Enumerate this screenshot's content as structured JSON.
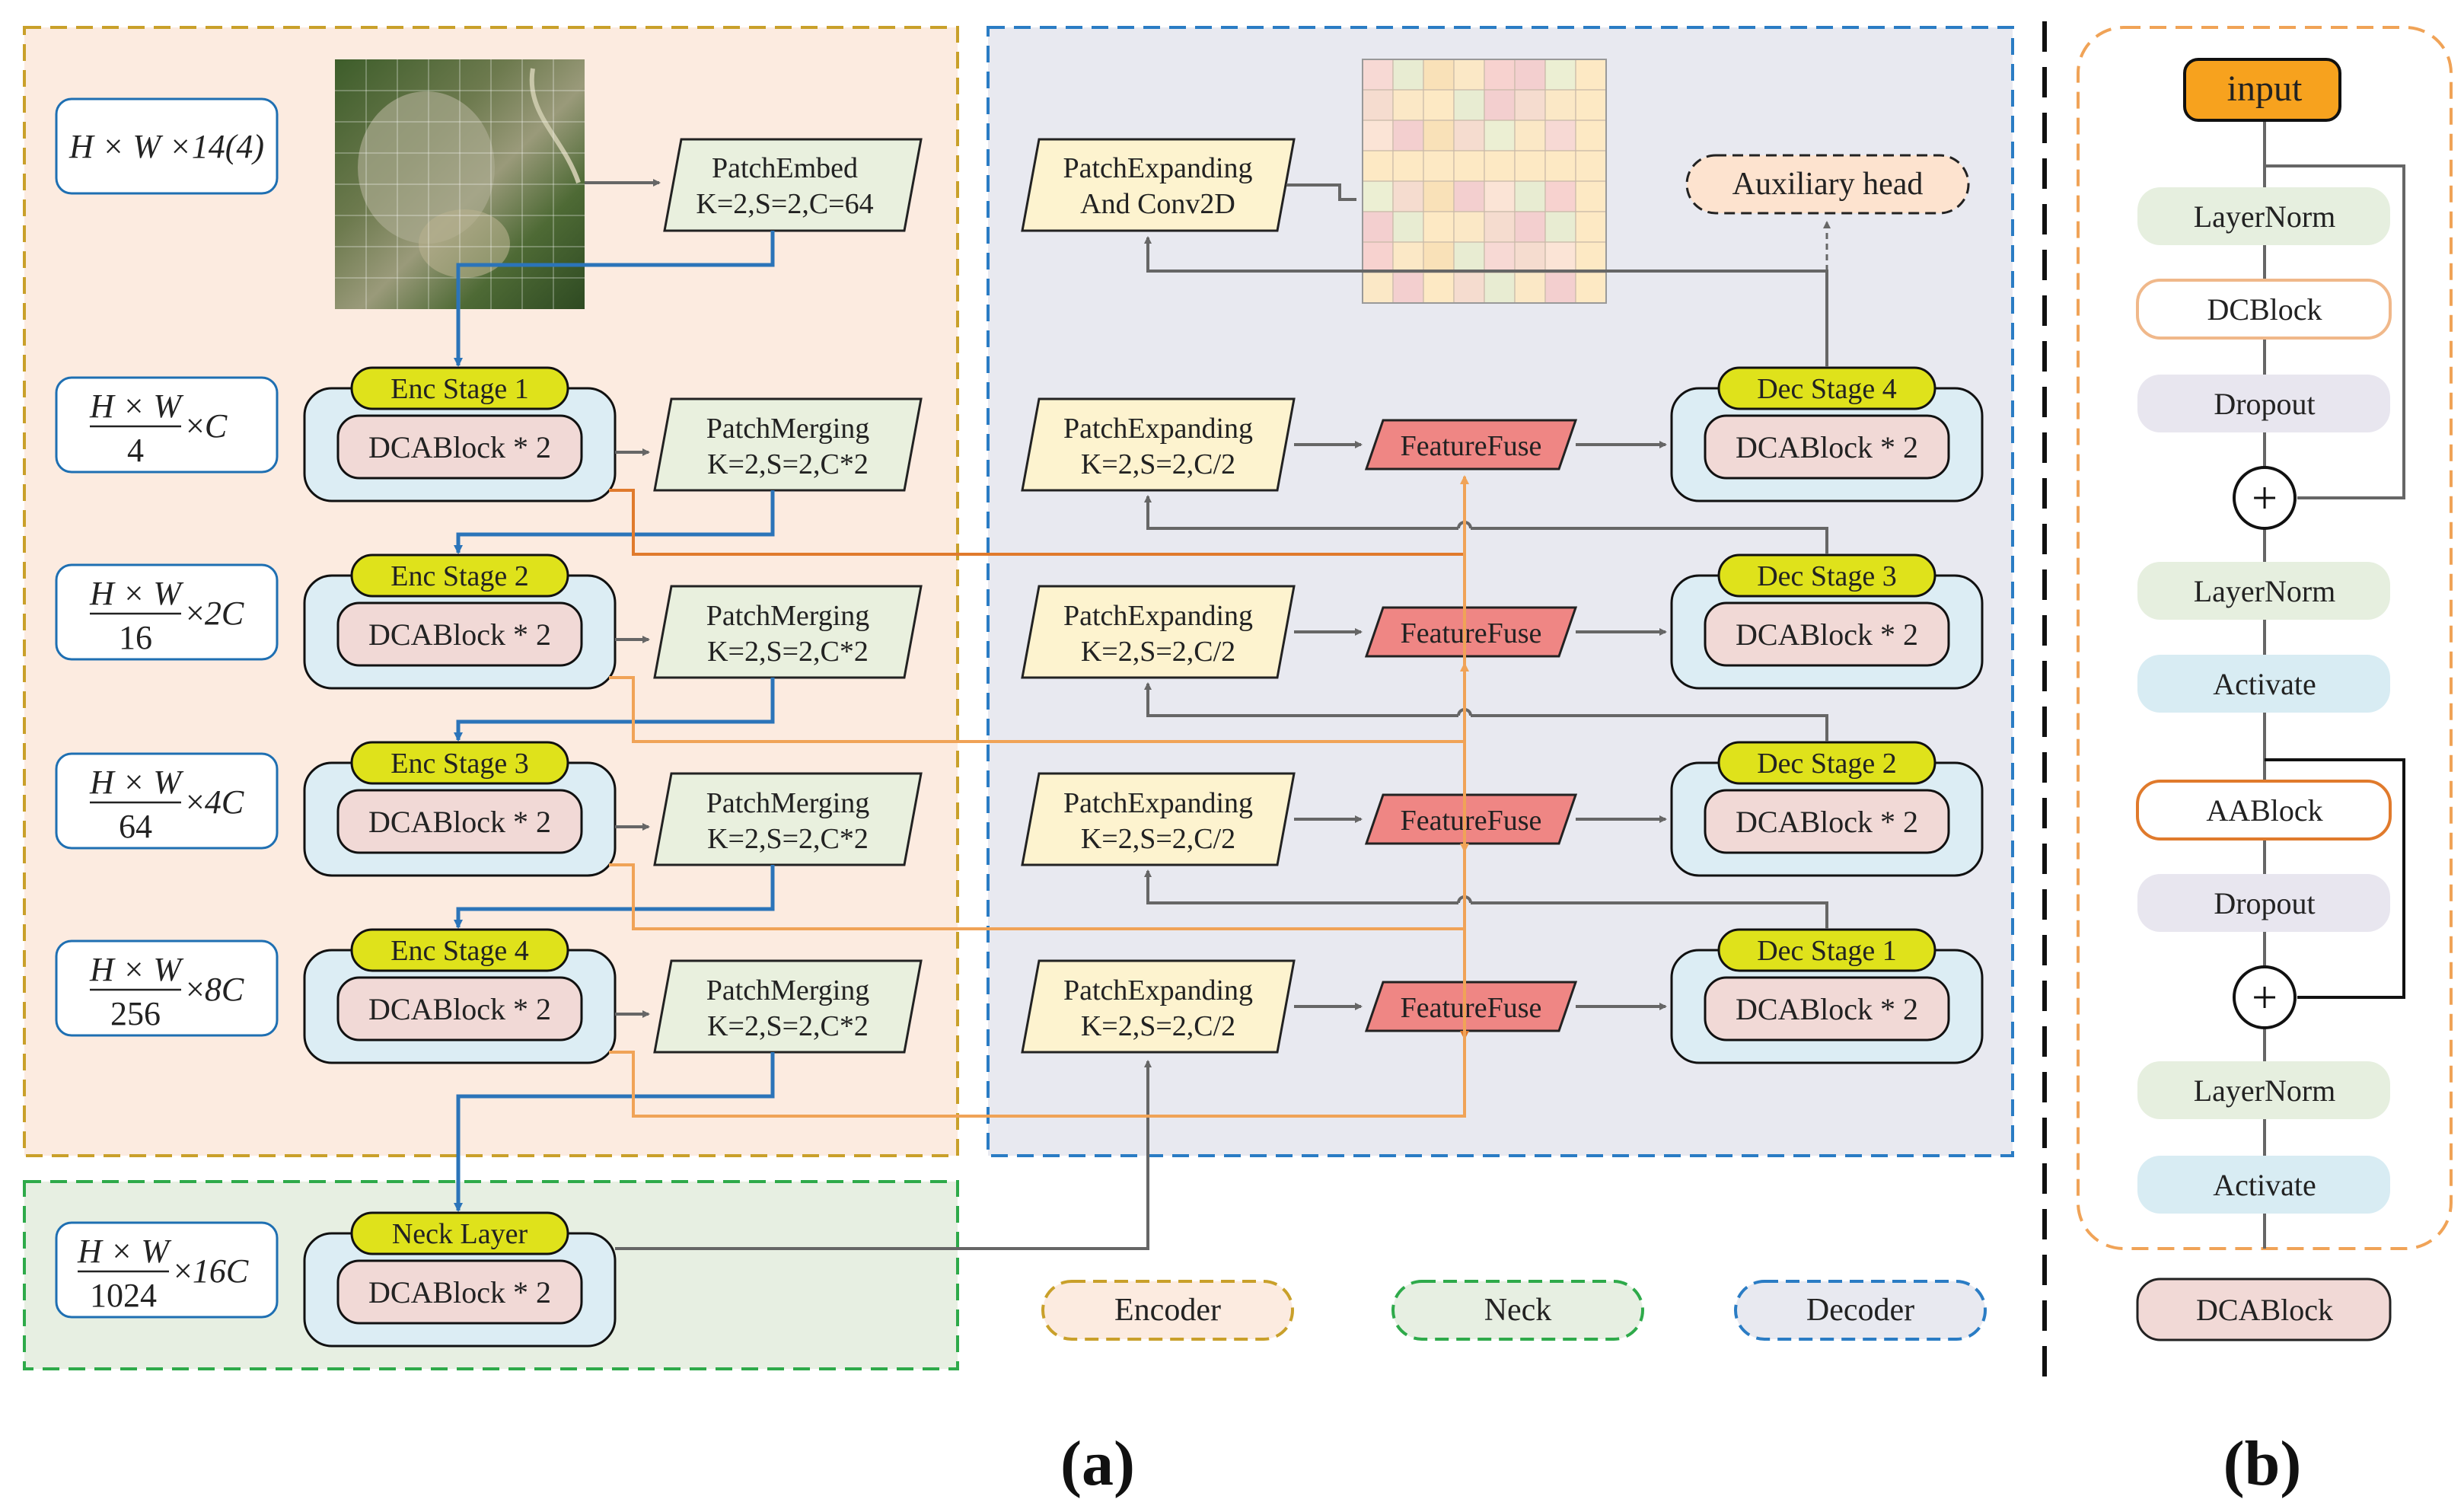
{
  "colors": {
    "encoder_bg": "#fcebe0",
    "encoder_border": "#c9a02a",
    "neck_bg": "#e7efe2",
    "neck_border": "#2eaa4a",
    "decoder_bg": "#e8e9f0",
    "decoder_border": "#2a7cc4",
    "stage_outer": "#dcedf4",
    "stage_header": "#dfe21b",
    "dcablock_fill": "#f1d9d6",
    "patch_merge_fill": "#e9f0de",
    "patch_expand_fill": "#fdf3cf",
    "feature_fuse_fill": "#ef8684",
    "aux_fill": "#fde3cf",
    "input_fill": "#f7a21e",
    "skip_arrow": "#f0a357",
    "blue_arrow": "#2b74b9",
    "gray_arrow": "#666666"
  },
  "shapes": {
    "size_box": "#1e6fb2",
    "hw": "H × W",
    "times": "×",
    "ratios": [
      "14(4)",
      "C",
      "2C",
      "4C",
      "8C",
      "16C"
    ],
    "denoms": [
      "4",
      "16",
      "64",
      "256",
      "1024"
    ]
  },
  "encoder": {
    "patch_embed": [
      "PatchEmbed",
      "K=2,S=2,C=64"
    ],
    "stages": [
      {
        "header": "Enc Stage 1",
        "block": "DCABlock * 2",
        "merge": [
          "PatchMerging",
          "K=2,S=2,C*2"
        ]
      },
      {
        "header": "Enc Stage 2",
        "block": "DCABlock * 2",
        "merge": [
          "PatchMerging",
          "K=2,S=2,C*2"
        ]
      },
      {
        "header": "Enc Stage 3",
        "block": "DCABlock * 2",
        "merge": [
          "PatchMerging",
          "K=2,S=2,C*2"
        ]
      },
      {
        "header": "Enc Stage 4",
        "block": "DCABlock * 2",
        "merge": [
          "PatchMerging",
          "K=2,S=2,C*2"
        ]
      }
    ]
  },
  "neck": {
    "header": "Neck Layer",
    "block": "DCABlock * 2"
  },
  "decoder": {
    "top_expand": [
      "PatchExpanding",
      "And Conv2D"
    ],
    "aux_head": "Auxiliary head",
    "stages": [
      {
        "header": "Dec Stage 4",
        "block": "DCABlock * 2",
        "expand": [
          "PatchExpanding",
          "K=2,S=2,C/2"
        ],
        "fuse": "FeatureFuse"
      },
      {
        "header": "Dec Stage 3",
        "block": "DCABlock * 2",
        "expand": [
          "PatchExpanding",
          "K=2,S=2,C/2"
        ],
        "fuse": "FeatureFuse"
      },
      {
        "header": "Dec Stage 2",
        "block": "DCABlock * 2",
        "expand": [
          "PatchExpanding",
          "K=2,S=2,C/2"
        ],
        "fuse": "FeatureFuse"
      },
      {
        "header": "Dec Stage 1",
        "block": "DCABlock * 2",
        "expand": [
          "PatchExpanding",
          "K=2,S=2,C/2"
        ],
        "fuse": "FeatureFuse"
      }
    ]
  },
  "legend": {
    "encoder": "Encoder",
    "neck": "Neck",
    "decoder": "Decoder"
  },
  "panel_b": {
    "input": "input",
    "items": [
      "LayerNorm",
      "DCBlock",
      "Dropout",
      "LayerNorm",
      "Activate",
      "AABlock",
      "Dropout",
      "LayerNorm",
      "Activate"
    ],
    "plus": "+",
    "caption_block": "DCABlock"
  },
  "captions": {
    "a": "(a)",
    "b": "(b)"
  },
  "grid_colors": [
    "#f7d9d4",
    "#fbe8c6",
    "#ecefd3",
    "#f5dccf",
    "#f9e1b8",
    "#f3cfcf",
    "#fbe4d6",
    "#e8ecd2",
    "#f7d2cf",
    "#fde9c4"
  ]
}
